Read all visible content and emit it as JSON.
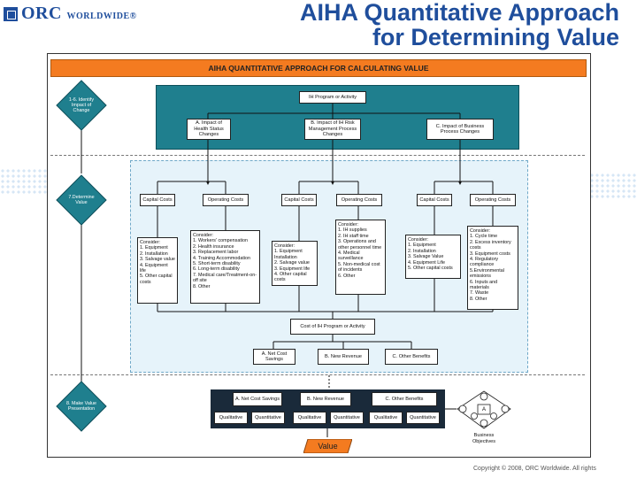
{
  "logo": {
    "text": "ORC",
    "sub": "WORLDWIDE",
    "mark": "®"
  },
  "title": {
    "line1": "AIHA Quantitative Approach",
    "line2": "for Determining Value"
  },
  "banner": "AIHA QUANTITATIVE APPROACH FOR CALCULATING VALUE",
  "diamonds": {
    "d1": "1-6. Identify Impact of Change",
    "d2": "7.Determine Value",
    "d3": "8. Make Value Presentation"
  },
  "top": {
    "program": "IH Program or Activity",
    "a": "A. Impact of Health Status Changes",
    "b": "B. Impact of IH Risk Management Process Changes",
    "c": "C. Impact of Business Process Changes"
  },
  "cost_headers": [
    "Capital Costs",
    "Operating Costs",
    "Capital Costs",
    "Operating Costs",
    "Capital Costs",
    "Operating Costs"
  ],
  "lists": {
    "l1": [
      "Consider:",
      "1. Equipment",
      "2. Installation",
      "3. Salvage value",
      "4. Equipment life",
      "5. Other capital costs"
    ],
    "l2": [
      "Consider:",
      "1. Workers' compensation",
      "2. Health insurance",
      "3. Replacement labor",
      "4. Training Accommodation",
      "5. Short-term disability",
      "6. Long-term disability",
      "7. Medical care/Treatment-on-off site",
      "8. Other"
    ],
    "l3": [
      "Consider:",
      "1. Equipment Installation",
      "2. Salvage value",
      "3. Equipment life",
      "4. Other capital costs"
    ],
    "l4": [
      "Consider:",
      "1. IH supplies",
      "2. IH staff time",
      "3. Operations  and other personnel time",
      "4. Medical surveillance",
      "5. Non-medical cost of incidents",
      "6. Other"
    ],
    "l5": [
      "Consider:",
      "1. Equipment",
      "2. Installation",
      "3. Salvage Value",
      "4. Equipment Life",
      "5. Other capital costs"
    ],
    "l6": [
      "Consider:",
      "1. Cycle time",
      "2. Excess inventory costs",
      "3. Equipment costs",
      "4. Regulatory compliance",
      "5.Environmental emissions",
      "6. Inputs and materials",
      "7. Waste",
      "8. Other"
    ]
  },
  "cost_of_program": "Cost of IH Program or Activity",
  "outcomes": {
    "a": "A. Net Cost Savings",
    "b": "B. New Revenue",
    "c": "C. Other Benefits"
  },
  "bottom": {
    "a": "A. Net Cost Savings",
    "b": "B. New Revenue",
    "c": "C. Other Benefits",
    "qual": "Qualitative",
    "quant": "Quantitative",
    "biz": "Business Objectives",
    "biz_a": "A"
  },
  "value": "Value",
  "copyright": "Copyright © 2008, ORC Worldwide. All rights",
  "colors": {
    "title": "#1f4e9c",
    "banner": "#f47b20",
    "teal": "#1f7f8e",
    "diamond": "#1f7f8e"
  }
}
